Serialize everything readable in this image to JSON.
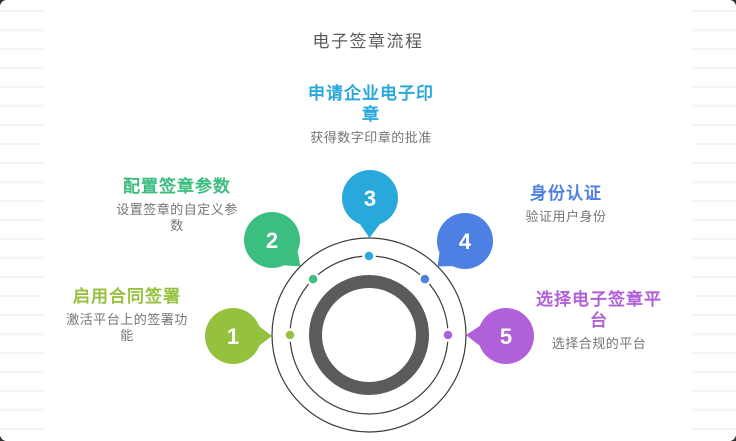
{
  "title": "电子签章流程",
  "colors": {
    "title_text": "#5a5a5a",
    "desc_text": "#757575",
    "ring": "#5b5b5b",
    "orbit": "#3b3b3b"
  },
  "steps": [
    {
      "number": "1",
      "title": "启用合同签署",
      "desc": "激活平台上的签署功能",
      "color": "#94c23f"
    },
    {
      "number": "2",
      "title": "配置签章参数",
      "desc": "设置签章的自定义参数",
      "color": "#3cbe81"
    },
    {
      "number": "3",
      "title": "申请企业电子印章",
      "desc": "获得数字印章的批准",
      "color": "#29a8dc"
    },
    {
      "number": "4",
      "title": "身份认证",
      "desc": "验证用户身份",
      "color": "#4e80e4"
    },
    {
      "number": "5",
      "title": "选择电子签章平台",
      "desc": "选择合规的平台",
      "color": "#b061d9"
    }
  ]
}
